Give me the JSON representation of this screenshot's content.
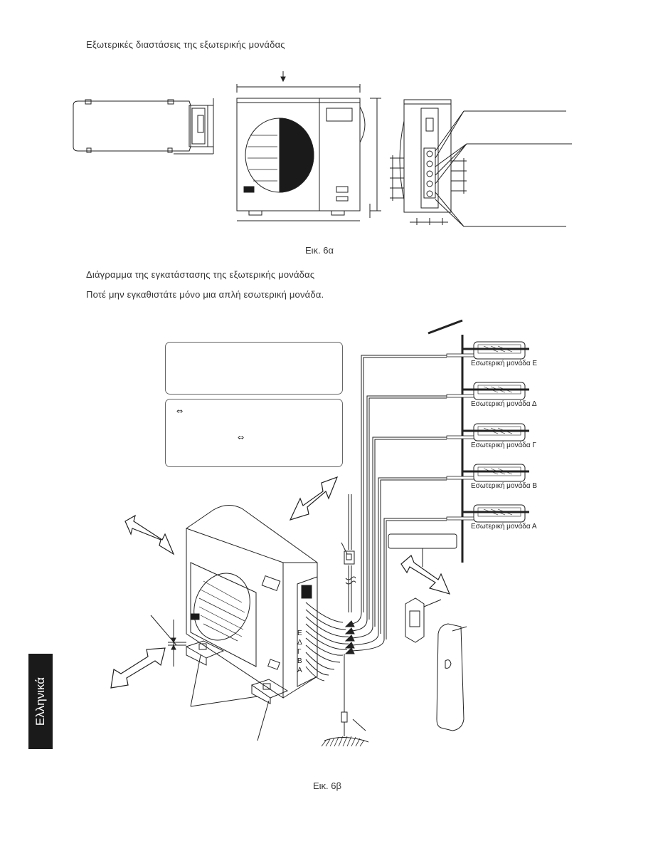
{
  "headings": {
    "external_dimensions": "Εξωτερικές διαστάσεις της εξωτερικής μονάδας",
    "installation_diagram": "Διάγραμμα της εγκατάστασης της εξωτερικής μονάδας",
    "warning": "Ποτέ μην εγκαθιστάτε μόνο μια απλή εσωτερική μονάδα."
  },
  "captions": {
    "fig_6a": "Εικ. 6α",
    "fig_6b": "Εικ. 6β"
  },
  "indoor_units": [
    "Εσωτερική μονάδα Ε",
    "Εσωτερική μονάδα Δ",
    "Εσωτερική μονάδα Γ",
    "Εσωτερική μονάδα Β",
    "Εσωτερική μονάδα Α"
  ],
  "port_letters": [
    "Ε",
    "Δ",
    "Γ",
    "Β",
    "Α"
  ],
  "note_symbols": {
    "first": "⇔",
    "second": "⇔"
  },
  "side_tab": "Ελληνικά",
  "colors": {
    "tab_background": "#1a1a1a",
    "line": "#222222"
  }
}
